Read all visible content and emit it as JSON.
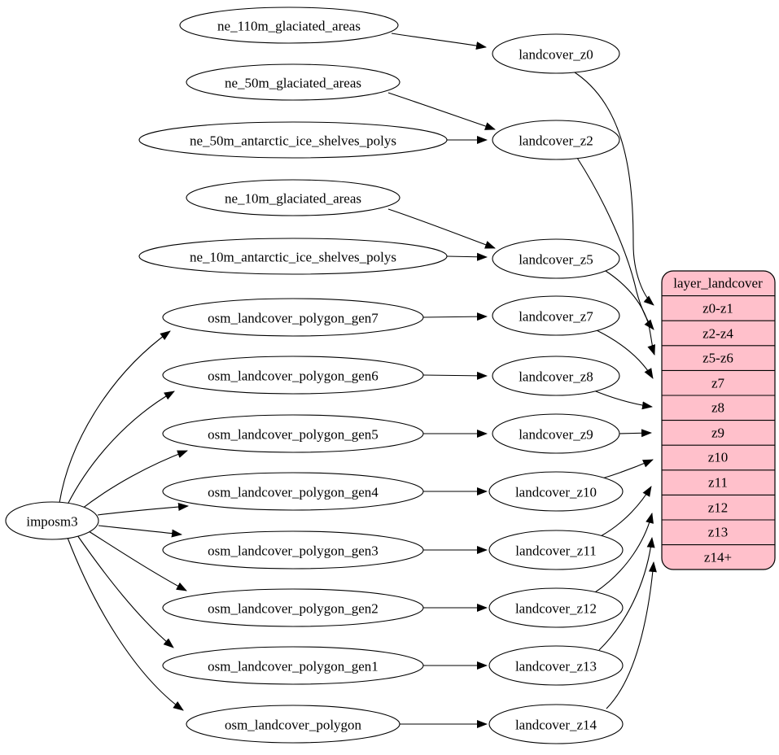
{
  "nodes": {
    "imposm3": "imposm3",
    "ne_110m_glaciated_areas": "ne_110m_glaciated_areas",
    "ne_50m_glaciated_areas": "ne_50m_glaciated_areas",
    "ne_50m_antarctic_ice_shelves_polys": "ne_50m_antarctic_ice_shelves_polys",
    "ne_10m_glaciated_areas": "ne_10m_glaciated_areas",
    "ne_10m_antarctic_ice_shelves_polys": "ne_10m_antarctic_ice_shelves_polys",
    "osm_landcover_polygon_gen7": "osm_landcover_polygon_gen7",
    "osm_landcover_polygon_gen6": "osm_landcover_polygon_gen6",
    "osm_landcover_polygon_gen5": "osm_landcover_polygon_gen5",
    "osm_landcover_polygon_gen4": "osm_landcover_polygon_gen4",
    "osm_landcover_polygon_gen3": "osm_landcover_polygon_gen3",
    "osm_landcover_polygon_gen2": "osm_landcover_polygon_gen2",
    "osm_landcover_polygon_gen1": "osm_landcover_polygon_gen1",
    "osm_landcover_polygon": "osm_landcover_polygon",
    "landcover_z0": "landcover_z0",
    "landcover_z2": "landcover_z2",
    "landcover_z5": "landcover_z5",
    "landcover_z7": "landcover_z7",
    "landcover_z8": "landcover_z8",
    "landcover_z9": "landcover_z9",
    "landcover_z10": "landcover_z10",
    "landcover_z11": "landcover_z11",
    "landcover_z12": "landcover_z12",
    "landcover_z13": "landcover_z13",
    "landcover_z14": "landcover_z14"
  },
  "table": {
    "title": "layer_landcover",
    "rows": [
      "z0-z1",
      "z2-z4",
      "z5-z6",
      "z7",
      "z8",
      "z9",
      "z10",
      "z11",
      "z12",
      "z13",
      "z14+"
    ]
  },
  "edges": [
    {
      "from": "ne_110m_glaciated_areas",
      "to": "landcover_z0"
    },
    {
      "from": "ne_50m_glaciated_areas",
      "to": "landcover_z2"
    },
    {
      "from": "ne_50m_antarctic_ice_shelves_polys",
      "to": "landcover_z2"
    },
    {
      "from": "ne_10m_glaciated_areas",
      "to": "landcover_z5"
    },
    {
      "from": "ne_10m_antarctic_ice_shelves_polys",
      "to": "landcover_z5"
    },
    {
      "from": "imposm3",
      "to": "osm_landcover_polygon_gen7"
    },
    {
      "from": "imposm3",
      "to": "osm_landcover_polygon_gen6"
    },
    {
      "from": "imposm3",
      "to": "osm_landcover_polygon_gen5"
    },
    {
      "from": "imposm3",
      "to": "osm_landcover_polygon_gen4"
    },
    {
      "from": "imposm3",
      "to": "osm_landcover_polygon_gen3"
    },
    {
      "from": "imposm3",
      "to": "osm_landcover_polygon_gen2"
    },
    {
      "from": "imposm3",
      "to": "osm_landcover_polygon_gen1"
    },
    {
      "from": "imposm3",
      "to": "osm_landcover_polygon"
    },
    {
      "from": "osm_landcover_polygon_gen7",
      "to": "landcover_z7"
    },
    {
      "from": "osm_landcover_polygon_gen6",
      "to": "landcover_z8"
    },
    {
      "from": "osm_landcover_polygon_gen5",
      "to": "landcover_z9"
    },
    {
      "from": "osm_landcover_polygon_gen4",
      "to": "landcover_z10"
    },
    {
      "from": "osm_landcover_polygon_gen3",
      "to": "landcover_z11"
    },
    {
      "from": "osm_landcover_polygon_gen2",
      "to": "landcover_z12"
    },
    {
      "from": "osm_landcover_polygon_gen1",
      "to": "landcover_z13"
    },
    {
      "from": "osm_landcover_polygon",
      "to": "landcover_z14"
    },
    {
      "from": "landcover_z0",
      "to": "layer_landcover:z0-z1"
    },
    {
      "from": "landcover_z2",
      "to": "layer_landcover:z2-z4"
    },
    {
      "from": "landcover_z5",
      "to": "layer_landcover:z5-z6"
    },
    {
      "from": "landcover_z7",
      "to": "layer_landcover:z7"
    },
    {
      "from": "landcover_z8",
      "to": "layer_landcover:z8"
    },
    {
      "from": "landcover_z9",
      "to": "layer_landcover:z9"
    },
    {
      "from": "landcover_z10",
      "to": "layer_landcover:z10"
    },
    {
      "from": "landcover_z11",
      "to": "layer_landcover:z11"
    },
    {
      "from": "landcover_z12",
      "to": "layer_landcover:z12"
    },
    {
      "from": "landcover_z13",
      "to": "layer_landcover:z13"
    },
    {
      "from": "landcover_z14",
      "to": "layer_landcover:z14+"
    }
  ],
  "colors": {
    "background": "#ffffff",
    "node_fill": "#ffffff",
    "stroke": "#000000",
    "table_fill": "#ffc0cb"
  }
}
